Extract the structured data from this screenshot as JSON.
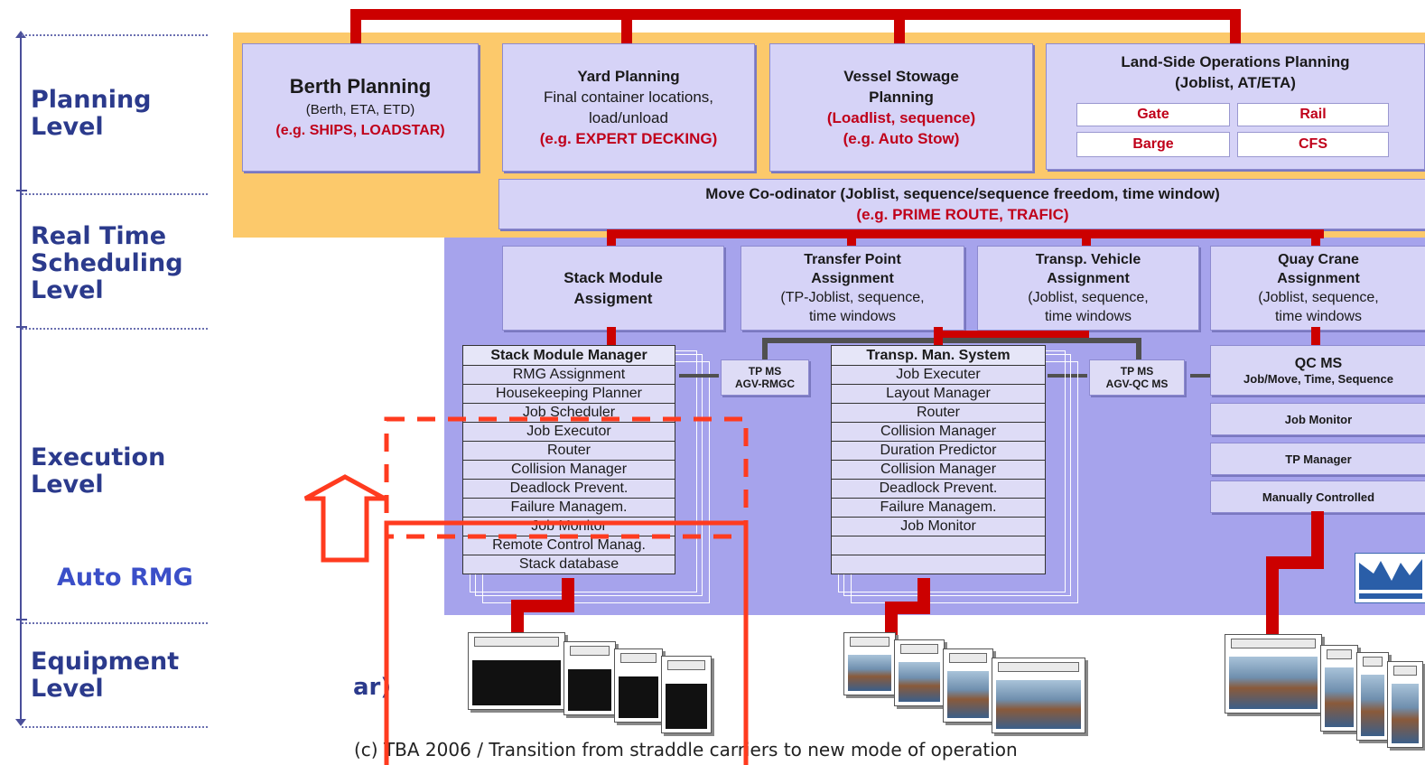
{
  "levels": {
    "planning": "Planning\nLevel",
    "realtime": "Real Time\nScheduling\nLevel",
    "execution": "Execution\nLevel",
    "equipment": "Equipment\nLevel",
    "auto_rmg": "Auto RMG",
    "occluded_fragment": "ar)"
  },
  "planning": {
    "berth": {
      "title": "Berth Planning",
      "sub": "(Berth, ETA, ETD)",
      "example": "(e.g. SHIPS, LOADSTAR)"
    },
    "yard": {
      "title": "Yard Planning",
      "line2": "Final container locations,",
      "line3": "load/unload",
      "example": "(e.g. EXPERT DECKING)"
    },
    "vessel": {
      "title": "Vessel Stowage",
      "line2": "Planning",
      "red": "(Loadlist, sequence)",
      "example": "(e.g. Auto Stow)"
    },
    "landside": {
      "title": "Land-Side Operations Planning",
      "sub": "(Joblist, AT/ETA)",
      "gate": "Gate",
      "rail": "Rail",
      "barge": "Barge",
      "cfs": "CFS"
    },
    "move": {
      "title": "Move Co-odinator (Joblist, sequence/sequence freedom, time window)",
      "example": "(e.g. PRIME ROUTE, TRAFIC)"
    }
  },
  "scheduling": {
    "stack": {
      "line1": "Stack Module",
      "line2": "Assigment"
    },
    "transfer": {
      "line1": "Transfer Point",
      "line2": "Assignment",
      "line3": "(TP-Joblist, sequence,",
      "line4": "time windows"
    },
    "vehicle": {
      "line1": "Transp. Vehicle",
      "line2": "Assignment",
      "line3": "(Joblist, sequence,",
      "line4": "time windows"
    },
    "quay": {
      "line1": "Quay Crane",
      "line2": "Assignment",
      "line3": "(Joblist, sequence,",
      "line4": "time windows"
    }
  },
  "execution": {
    "smm": {
      "title": "Stack Module Manager",
      "rows": [
        "RMG Assignment",
        "Housekeeping Planner",
        "Job Scheduler",
        "Job Executor",
        "Router",
        "Collision Manager",
        "Deadlock Prevent.",
        "Failure Managem.",
        "Job Monitor",
        "Remote Control Manag.",
        "Stack database"
      ]
    },
    "tpms1": {
      "line1": "TP MS",
      "line2": "AGV-RMGC"
    },
    "tms": {
      "title": "Transp. Man. System",
      "rows": [
        "Job Executer",
        "Layout Manager",
        "Router",
        "Collision Manager",
        "Duration Predictor",
        "Collision Manager",
        "Deadlock Prevent.",
        "Failure Managem.",
        "Job Monitor",
        "",
        ""
      ]
    },
    "tpms2": {
      "line1": "TP MS",
      "line2": "AGV-QC MS"
    },
    "qcms": {
      "title": "QC MS",
      "sub": "Job/Move, Time, Sequence"
    },
    "qc_items": [
      "Job Monitor",
      "TP Manager",
      "Manually Controlled"
    ]
  },
  "caption": "(c) TBA 2006 / Transition from straddle carriers to new mode of operation",
  "colors": {
    "planning_band": "#fcc96b",
    "execution_band": "#a6a3ec",
    "connector": "#cc0000",
    "overlay": "#ff3b1f"
  }
}
